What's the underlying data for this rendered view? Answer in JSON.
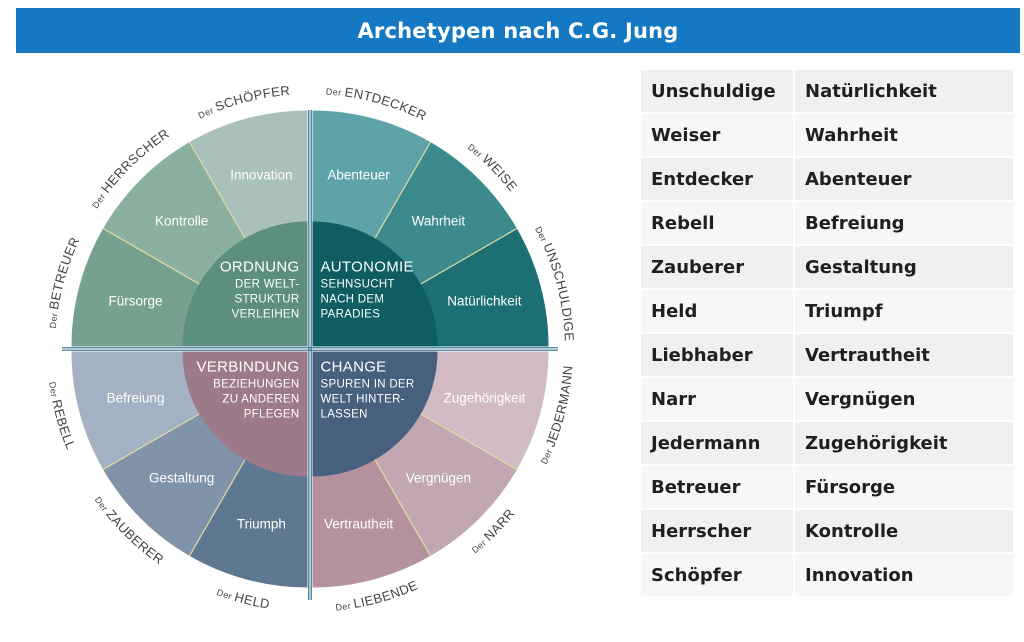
{
  "title": "Archetypen nach C.G. Jung",
  "quadrants": [
    {
      "id": "ordnung",
      "title": "ORDNUNG",
      "lines": [
        "DER WELT-",
        "STRUKTUR",
        "VERLEIHEN"
      ],
      "color": "#5d8f7e",
      "align": "end"
    },
    {
      "id": "autonomie",
      "title": "AUTONOMIE",
      "lines": [
        "SEHNSUCHT",
        "NACH DEM",
        "PARADIES"
      ],
      "color": "#0e5d61",
      "align": "start"
    },
    {
      "id": "verbindung",
      "title": "VERBINDUNG",
      "lines": [
        "BEZIEHUNGEN",
        "ZU ANDEREN",
        "PFLEGEN"
      ],
      "color": "#9c7a89",
      "align": "end"
    },
    {
      "id": "change",
      "title": "CHANGE",
      "lines": [
        "SPUREN IN DER",
        "WELT HINTER-",
        "LASSEN"
      ],
      "color": "#47607e",
      "align": "start"
    }
  ],
  "segments": [
    {
      "archetype": "SCHÖPFER",
      "article": "Der",
      "value": "Innovation",
      "color": "#a9c1ba"
    },
    {
      "archetype": "HERRSCHER",
      "article": "Der",
      "value": "Kontrolle",
      "color": "#8bb09f"
    },
    {
      "archetype": "BETREUER",
      "article": "Der",
      "value": "Fürsorge",
      "color": "#76a18f"
    },
    {
      "archetype": "UNSCHULDIGE",
      "article": "Der",
      "value": "Natürlichkeit",
      "color": "#1c6f73"
    },
    {
      "archetype": "WEISE",
      "article": "Der",
      "value": "Wahrheit",
      "color": "#3b8b8c"
    },
    {
      "archetype": "ENTDECKER",
      "article": "Der",
      "value": "Abenteuer",
      "color": "#5ea3a7"
    },
    {
      "archetype": "REBELL",
      "article": "Der",
      "value": "Befreiung",
      "color": "#a4b1c2"
    },
    {
      "archetype": "ZAUBERER",
      "article": "Der",
      "value": "Gestaltung",
      "color": "#8193a8"
    },
    {
      "archetype": "HELD",
      "article": "Der",
      "value": "Triumph",
      "color": "#5f7892"
    },
    {
      "archetype": "LIEBENDE",
      "article": "Der",
      "value": "Vertrautheit",
      "color": "#b4939f"
    },
    {
      "archetype": "NARR",
      "article": "Der",
      "value": "Vergnügen",
      "color": "#c0a7b2"
    },
    {
      "archetype": "JEDERMANN",
      "article": "Der",
      "value": "Zugehörigkeit",
      "color": "#d1bcc5"
    }
  ],
  "table": [
    [
      "Unschuldige",
      "Natürlichkeit"
    ],
    [
      "Weiser",
      "Wahrheit"
    ],
    [
      "Entdecker",
      "Abenteuer"
    ],
    [
      "Rebell",
      "Befreiung"
    ],
    [
      "Zauberer",
      "Gestaltung"
    ],
    [
      "Held",
      "Triumpf"
    ],
    [
      "Liebhaber",
      "Vertrautheit"
    ],
    [
      "Narr",
      "Vergnügen"
    ],
    [
      "Jedermann",
      "Zugehörigkeit"
    ],
    [
      "Betreuer",
      "Fürsorge"
    ],
    [
      "Herrscher",
      "Kontrolle"
    ],
    [
      "Schöpfer",
      "Innovation"
    ]
  ],
  "colors": {
    "header": "#1478c2",
    "axis": "#2f6f8a",
    "separator": "#e5dba0"
  }
}
